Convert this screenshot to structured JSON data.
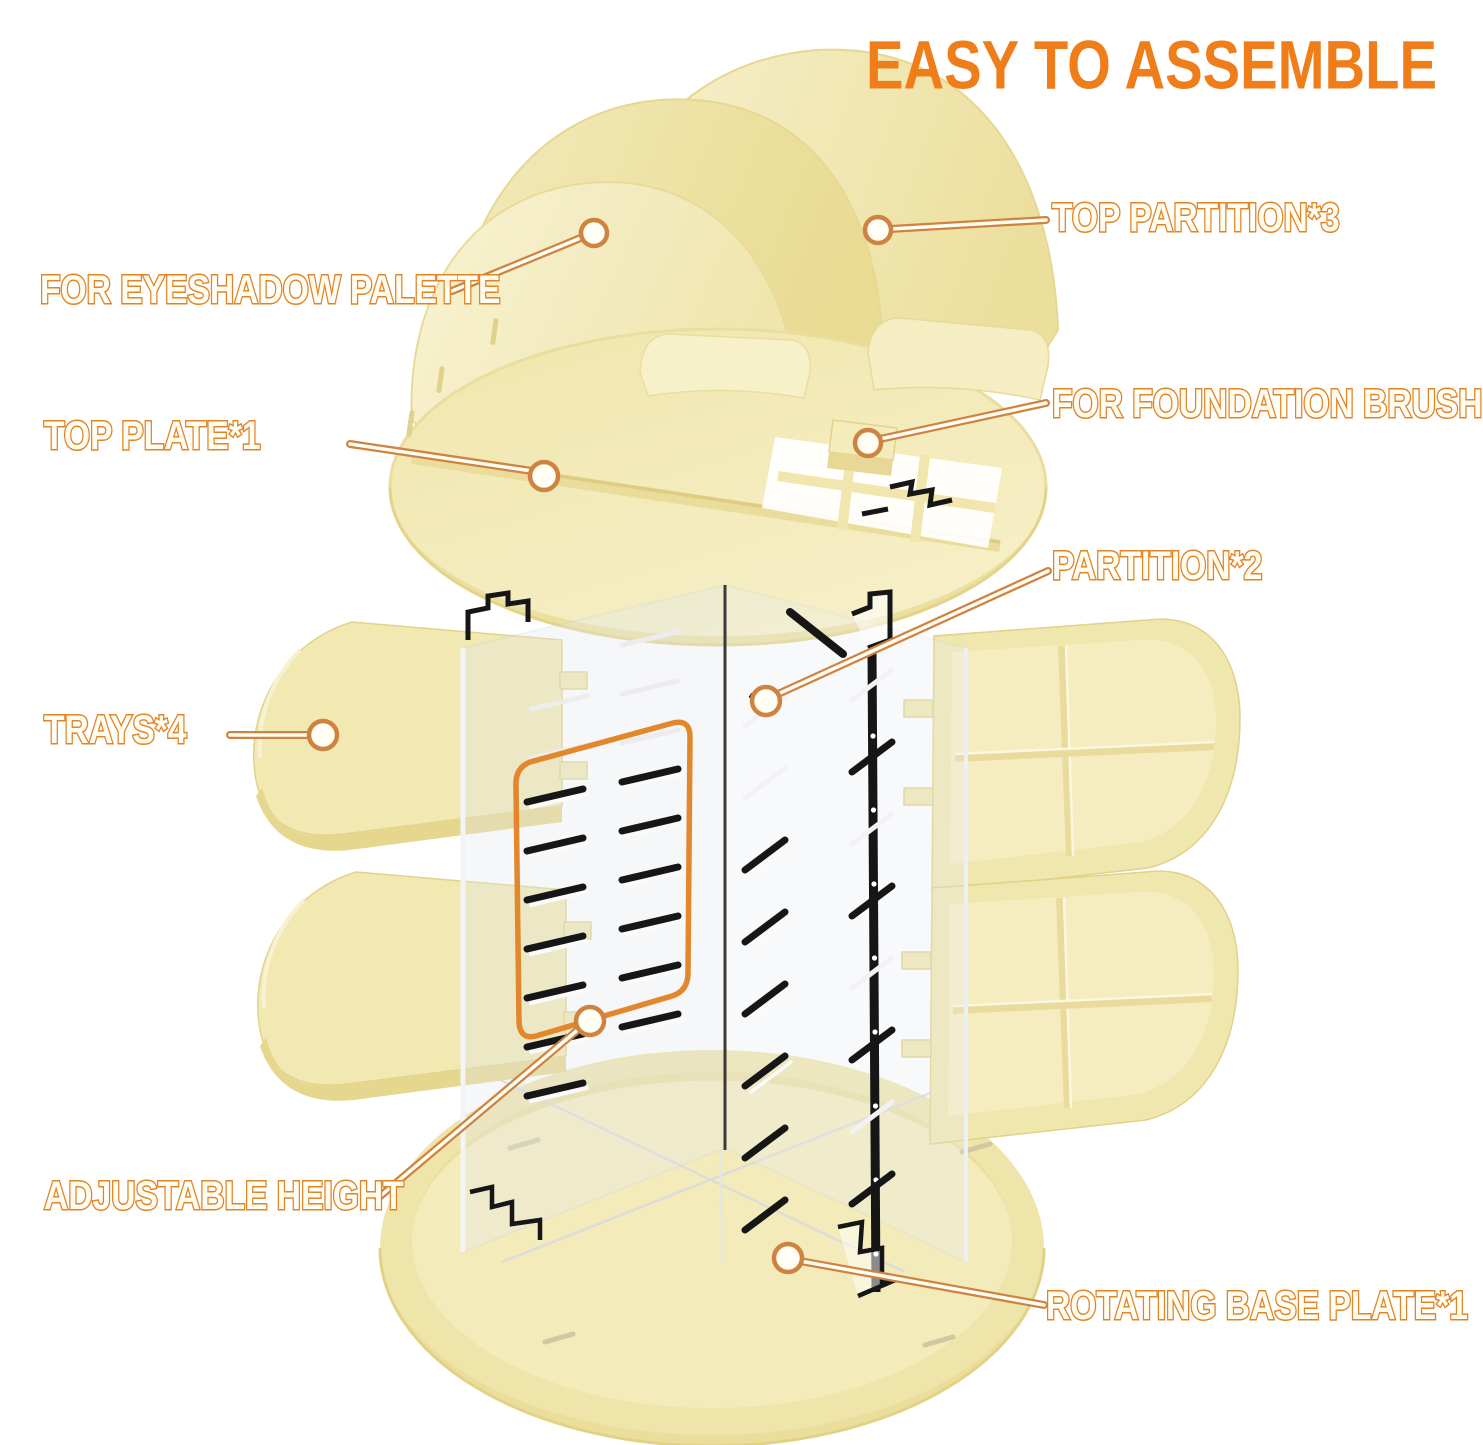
{
  "title": {
    "text": "EASY TO ASSEMBLE"
  },
  "callouts": [
    {
      "id": "top-partition",
      "label": "TOP PARTITION*3",
      "side": "right"
    },
    {
      "id": "for-eyeshadow-palette",
      "label": "FOR EYESHADOW PALETTE",
      "side": "left"
    },
    {
      "id": "for-foundation-brush",
      "label": "FOR FOUNDATION BRUSH",
      "side": "right"
    },
    {
      "id": "top-plate",
      "label": "TOP PLATE*1",
      "side": "left"
    },
    {
      "id": "partition",
      "label": "PARTITION*2",
      "side": "right"
    },
    {
      "id": "trays",
      "label": "TRAYS*4",
      "side": "left"
    },
    {
      "id": "adjustable-height",
      "label": "ADJUSTABLE HEIGHT",
      "side": "left"
    },
    {
      "id": "rotating-base-plate",
      "label": "ROTATING BASE PLATE*1",
      "side": "right"
    }
  ],
  "colors": {
    "title_orange": "#EE7D1A",
    "label_outline_orange": "#E08426",
    "leader_orange": "#CE8440",
    "highlight_box_orange": "#E2872B",
    "cream": "#F1E7AE",
    "cream_light": "#F6F0CA",
    "cream_dark": "#E5D78D",
    "slot_black": "#161616"
  }
}
